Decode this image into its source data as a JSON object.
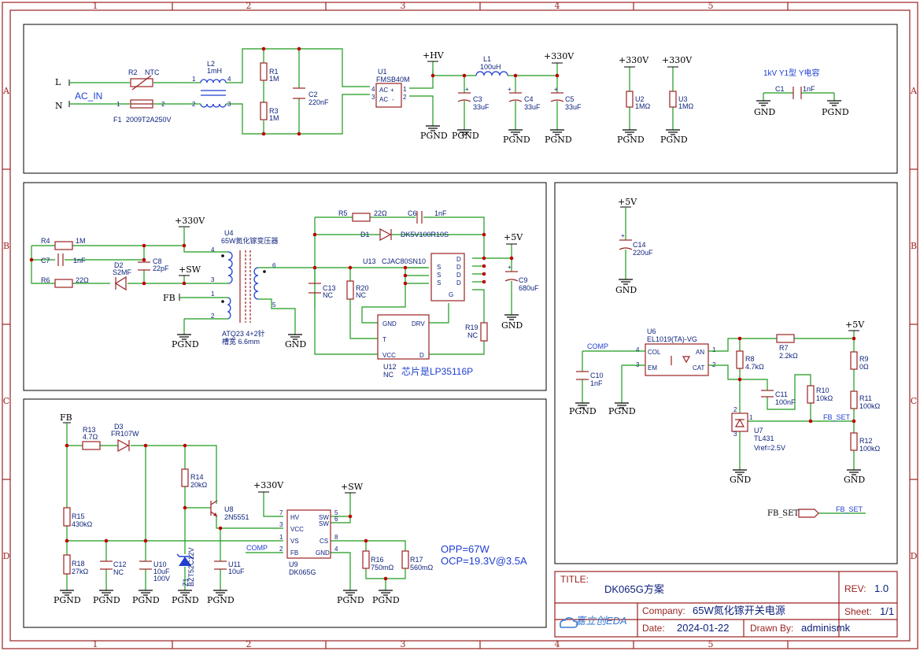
{
  "frame": {
    "columns": [
      "1",
      "2",
      "3",
      "4",
      "5"
    ],
    "rows": [
      "A",
      "B",
      "C",
      "D"
    ]
  },
  "input": {
    "line_label": "L",
    "neutral_label": "N",
    "net_label": "AC_IN",
    "r2_ref": "R2",
    "r2_val": "NTC",
    "f1_ref": "F1",
    "f1_val": "2009T2A250V",
    "l2_ref": "L2",
    "l2_val": "1mH",
    "r1_ref": "R1",
    "r1_val": "1M",
    "r3_ref": "R3",
    "r3_val": "1M",
    "c2_ref": "C2",
    "c2_val": "220nF",
    "u1_ref": "U1",
    "u1_val": "FMSB40M",
    "hv_label": "+HV",
    "l1_ref": "L1",
    "l1_val": "100uH",
    "v330": "+330V",
    "c3_ref": "C3",
    "c3_val": "33uF",
    "c4_ref": "C4",
    "c4_val": "33uF",
    "c5_ref": "C5",
    "c5_val": "33uF",
    "u2_ref": "U2",
    "u2_val": "1MΩ",
    "u3_ref": "U3",
    "u3_val": "1MΩ",
    "ycap_note": "1kV Y1型 Y电容",
    "c1_ref": "C1",
    "c1_val": "1nF",
    "gnd": "GND",
    "pgnd": "PGND"
  },
  "transformer": {
    "v330": "+330V",
    "sw": "+SW",
    "fb": "FB",
    "r4_ref": "R4",
    "r4_val": "1M",
    "c7_ref": "C7",
    "c7_val": "1nF",
    "d2_ref": "D2",
    "d2_val": "S2MF",
    "c8_ref": "C8",
    "c8_val": "22pF",
    "r6_ref": "R6",
    "r6_val": "22Ω",
    "u4_ref": "U4",
    "u4_val": "65W氮化镓变压器",
    "u4_note1": "ATQ23 4+2针",
    "u4_note2": "槽宽 6.6mm",
    "r5_ref": "R5",
    "r5_val": "22Ω",
    "c6_ref": "C6",
    "c6_val": "1nF",
    "d1_ref": "D1",
    "d1_val": "DK5V100R10S",
    "u13_ref": "U13",
    "u13_val": "CJAC80SN10",
    "c13_ref": "C13",
    "c13_val": "NC",
    "r20_ref": "R20",
    "r20_val": "NC",
    "r19_ref": "R19",
    "r19_val": "NC",
    "v5": "+5V",
    "c9_ref": "C9",
    "c9_val": "680uF",
    "u12_ref": "U12",
    "u12_val": "NC",
    "u12_pins": [
      "GND",
      "T",
      "VCC",
      "DRV",
      "D"
    ],
    "mos_pins": [
      "S",
      "S",
      "S",
      "D",
      "D",
      "D",
      "D",
      "G"
    ],
    "chip_note": "芯片是LP35116P",
    "gnd": "GND",
    "pgnd": "PGND"
  },
  "feedback": {
    "v5": "+5V",
    "u6_ref": "U6",
    "u6_val": "EL1019(TA)-VG",
    "u6_pins": [
      "COL",
      "EM",
      "AN",
      "CAT"
    ],
    "comp": "COMP",
    "c10_ref": "C10",
    "c10_val": "1nF",
    "r7_ref": "R7",
    "r7_val": "2.2kΩ",
    "r8_ref": "R8",
    "r8_val": "4.7kΩ",
    "r9_ref": "R9",
    "r9_val": "0Ω",
    "c11_ref": "C11",
    "c11_val": "100nF",
    "r10_ref": "R10",
    "r10_val": "10kΩ",
    "r11_ref": "R11",
    "r11_val": "100kΩ",
    "r12_ref": "R12",
    "r12_val": "100kΩ",
    "u7_ref": "U7",
    "u7_val": "TL431",
    "u7_vref": "Vref=2.5V",
    "fbset": "FB_SET",
    "c14_ref": "C14",
    "c14_val": "220uF",
    "gnd": "GND",
    "pgnd": "PGND"
  },
  "controller": {
    "fb": "FB",
    "r13_ref": "R13",
    "r13_val": "4.7Ω",
    "d3_ref": "D3",
    "d3_val": "FR107W",
    "r14_ref": "R14",
    "r14_val": "20kΩ",
    "u8_ref": "U8",
    "u8_val": "2N5551",
    "r15_ref": "R15",
    "r15_val": "430kΩ",
    "r18_ref": "R18",
    "r18_val": "27kΩ",
    "c12_ref": "C12",
    "c12_val": "NC",
    "u10_ref": "U10",
    "u10_val": "10uF",
    "u10_v": "100V",
    "z1_ref": "Z1",
    "z1_val": "BZT52C12V",
    "u11_ref": "U11",
    "u11_val": "10uF",
    "v330": "+330V",
    "sw": "+SW",
    "comp": "COMP",
    "u9_ref": "U9",
    "u9_val": "DK065G",
    "u9_pins": [
      "HV",
      "VCC",
      "VS",
      "FB",
      "SW",
      "SW",
      "CS",
      "GND"
    ],
    "r16_ref": "R16",
    "r16_val": "750mΩ",
    "r17_ref": "R17",
    "r17_val": "560mΩ",
    "opp": "OPP=67W",
    "ocp": "OCP=19.3V@3.5A",
    "pgnd": "PGND"
  },
  "title_block": {
    "title_label": "TITLE:",
    "title_value": "DK065G方案",
    "rev_label": "REV:",
    "rev_value": "1.0",
    "company_label": "Company:",
    "company_value": "65W氮化镓开关电源",
    "sheet_label": "Sheet:",
    "sheet_value": "1/1",
    "date_label": "Date:",
    "date_value": "2024-01-22",
    "drawn_label": "Drawn By:",
    "drawn_value": "adminismk",
    "logo_text": "嘉立创EDA"
  }
}
